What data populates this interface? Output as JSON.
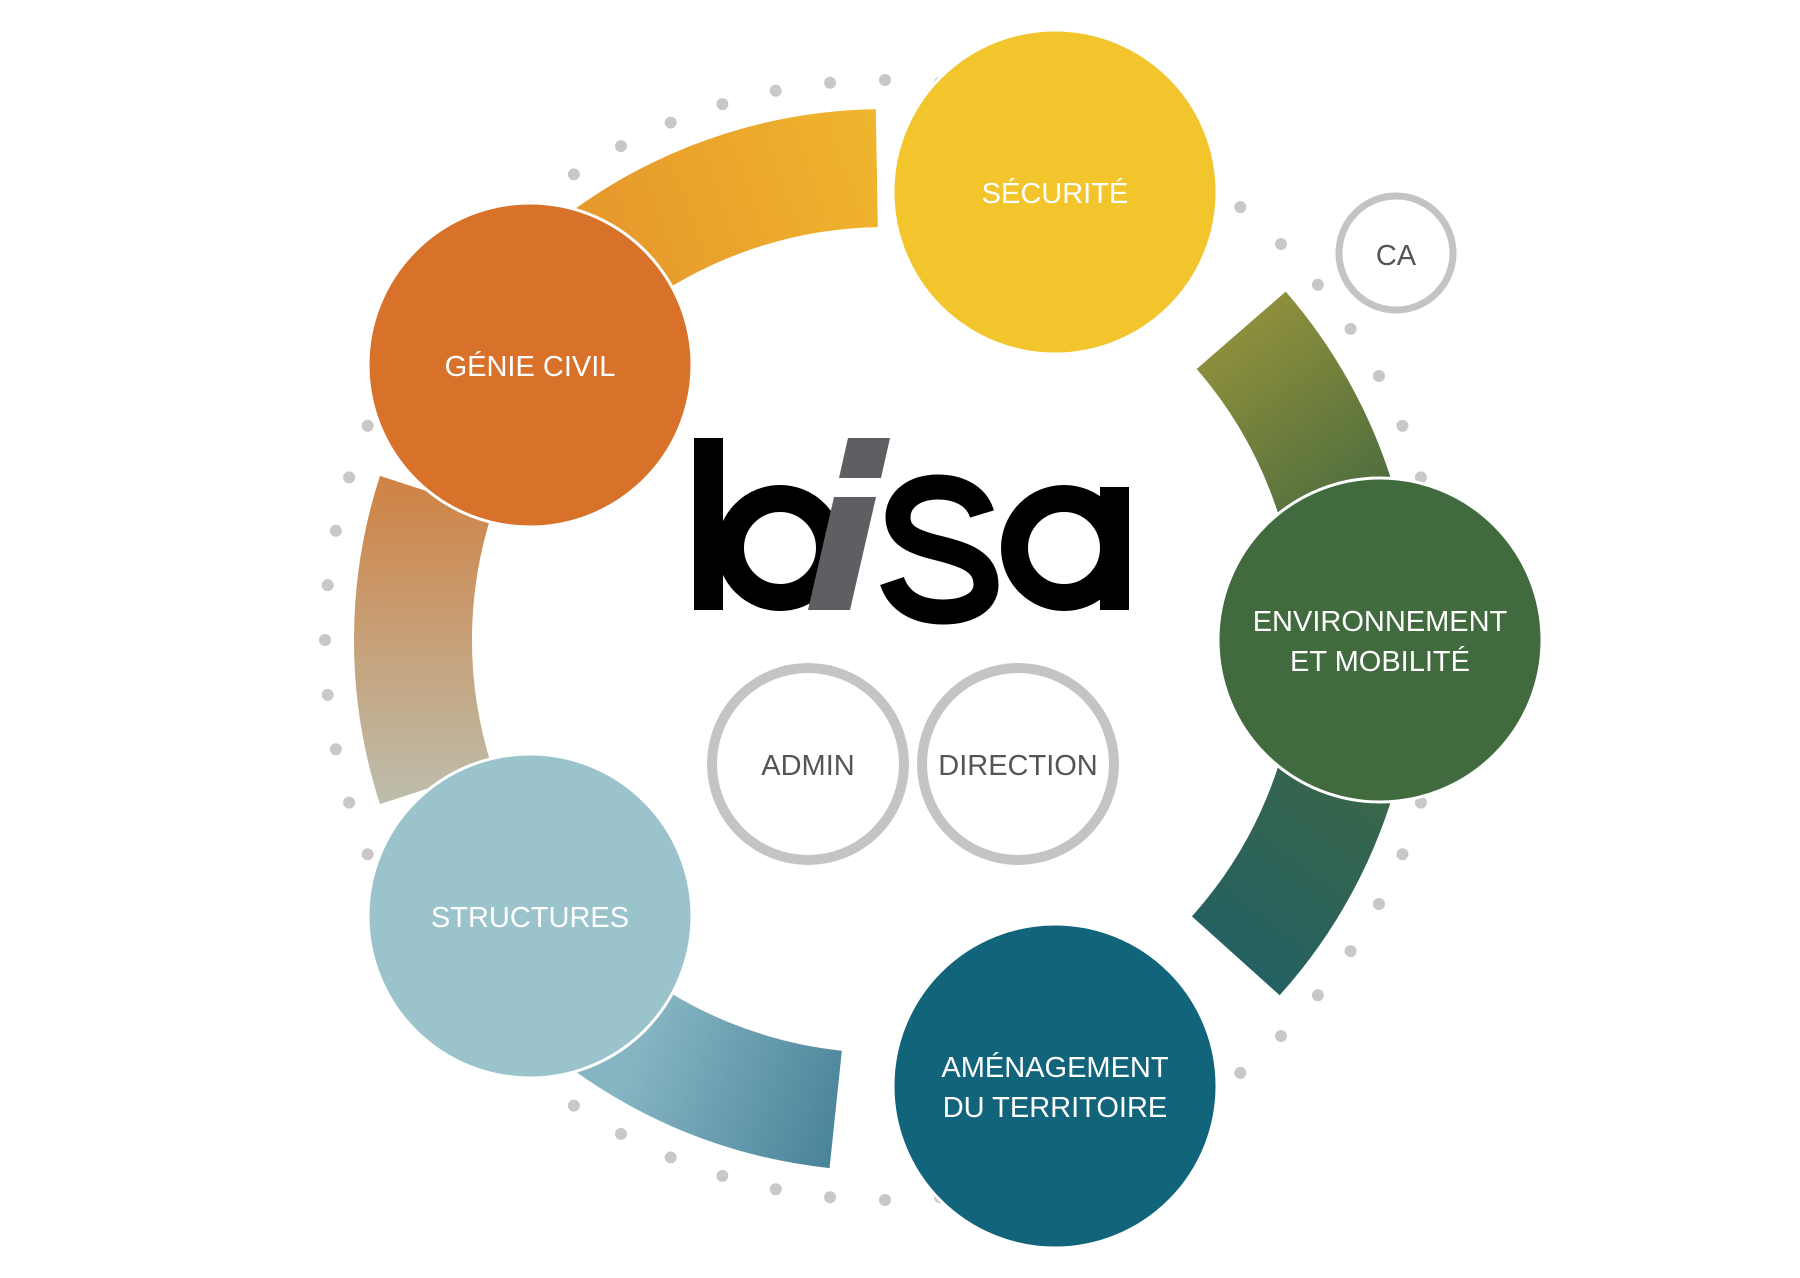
{
  "logo": {
    "text": "bisa",
    "colors": {
      "main": "#000000",
      "accent": "#5f5f63"
    }
  },
  "nodes": [
    {
      "id": "securite",
      "lines": [
        "SÉCURITÉ"
      ],
      "color": "#f2c52c"
    },
    {
      "id": "environnement",
      "lines": [
        "ENVIRONNEMENT",
        "ET MOBILITÉ"
      ],
      "color": "#416b3f"
    },
    {
      "id": "amenagement",
      "lines": [
        "AMÉNAGEMENT",
        "DU TERRITOIRE"
      ],
      "color": "#11647a"
    },
    {
      "id": "structures",
      "lines": [
        "STRUCTURES"
      ],
      "color": "#9bc3cb"
    },
    {
      "id": "genie-civil",
      "lines": [
        "GÉNIE CIVIL"
      ],
      "color": "#d8712a"
    }
  ],
  "support": {
    "ca": "CA",
    "admin": "ADMIN",
    "direction": "DIRECTION",
    "ring_color": "#c4c4c4"
  },
  "arc_colors": {
    "securite_to_environnement": [
      "#b3a23a",
      "#4f6e3e"
    ],
    "environnement_to_amenagement": [
      "#39664a",
      "#1c5e6c"
    ],
    "amenagement_to_structures": [
      "#3f7b93",
      "#86b5c2"
    ],
    "structures_to_genie": [
      "#bdbdab",
      "#d17f3e"
    ],
    "genie_to_securite": [
      "#e79a2c",
      "#f0b72d"
    ]
  },
  "dots_color": "#c8c8c8"
}
